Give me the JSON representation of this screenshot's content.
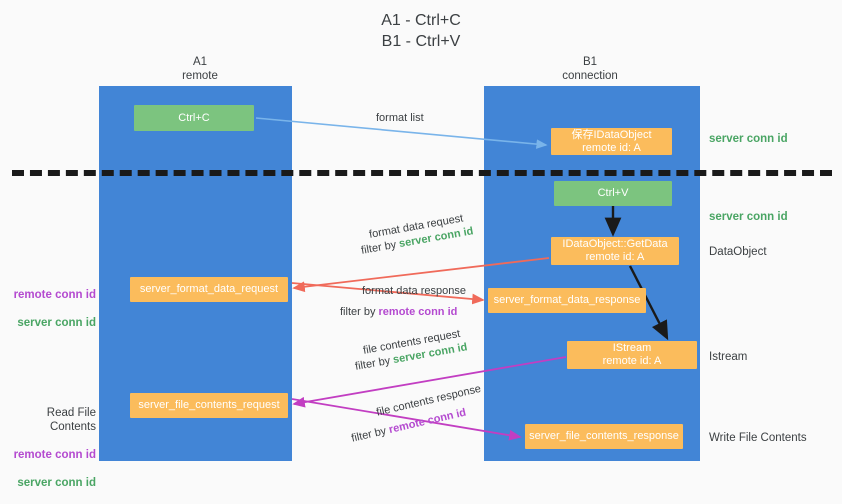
{
  "title": "A1 - Ctrl+C\nB1 - Ctrl+V",
  "columns": {
    "left": {
      "name": "A1",
      "role": "remote",
      "label": "A1\nremote"
    },
    "right": {
      "name": "B1",
      "role": "connection",
      "label": "B1\nconnection"
    }
  },
  "colors": {
    "background": "#fafafa",
    "lifeline": "#4285d6",
    "node_green": "#7cc47f",
    "node_orange": "#fbbc5c",
    "text_dark": "#3c4043",
    "keyword_server": "#4aa564",
    "keyword_remote": "#b44ad0",
    "arrow_blue": "#79b4ea",
    "arrow_red": "#f06a5a",
    "arrow_magenta": "#c23ec2",
    "arrow_black": "#1a1a1a",
    "dashed_line": "#1a1a1a"
  },
  "nodes": {
    "ctrl_c": {
      "label": "Ctrl+C",
      "kind": "green"
    },
    "save_idataobject": {
      "label": "保存IDataObject\nremote id: A",
      "kind": "orange"
    },
    "ctrl_v": {
      "label": "Ctrl+V",
      "kind": "green"
    },
    "getdata": {
      "label": "IDataObject::GetData\nremote id: A",
      "kind": "orange"
    },
    "server_format_data_request": {
      "label": "server_format_data_request",
      "kind": "orange"
    },
    "server_format_data_response": {
      "label": "server_format_data_response",
      "kind": "orange"
    },
    "istream": {
      "label": "IStream\nremote id: A",
      "kind": "orange"
    },
    "server_file_contents_request": {
      "label": "server_file_contents_request",
      "kind": "orange"
    },
    "server_file_contents_response": {
      "label": "server_file_contents_response",
      "kind": "orange"
    }
  },
  "side_notes": {
    "server_conn_id_1": "server conn id",
    "server_conn_id_2": "server conn id",
    "dataobject": "DataObject",
    "istream": "Istream",
    "write_file_contents": "Write File Contents"
  },
  "left_notes": {
    "format_block": {
      "remote": "remote conn id",
      "server": "server conn id"
    },
    "file_block": {
      "heading": "Read File Contents",
      "remote": "remote conn id",
      "server": "server conn id"
    }
  },
  "edges": [
    {
      "id": "format_list",
      "label": "format list",
      "filter_prefix": "",
      "filter_keyword": "",
      "color": "#79b4ea"
    },
    {
      "id": "format_data_request",
      "label": "format data request",
      "filter_prefix": "filter by ",
      "filter_keyword": "server conn id",
      "color": "#f06a5a"
    },
    {
      "id": "format_data_response",
      "label": "format data response",
      "filter_prefix": "filter by ",
      "filter_keyword": "remote conn id",
      "color": "#f06a5a"
    },
    {
      "id": "file_contents_request",
      "label": "file contents request",
      "filter_prefix": "filter by ",
      "filter_keyword": "server conn id",
      "color": "#c23ec2"
    },
    {
      "id": "file_contents_response",
      "label": "file contents response",
      "filter_prefix": "filter by ",
      "filter_keyword": "remote conn id",
      "color": "#c23ec2"
    }
  ],
  "edge_filter_labels": {
    "filter_by": "filter by "
  }
}
